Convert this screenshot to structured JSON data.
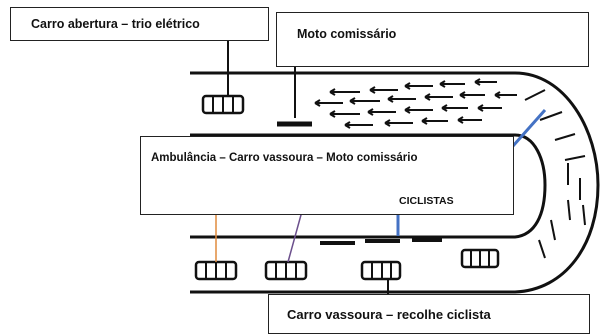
{
  "labels": {
    "car_opening": "Carro abertura – trio elétrico",
    "moto_commissioner": "Moto comissário",
    "ambulance_group": "Ambulância – Carro vassoura – Moto comissário",
    "cyclists": "CICLISTAS",
    "sweeper_car": "Carro vassoura – recolhe ciclista"
  },
  "colors": {
    "track_line": "#111111",
    "cyclist_pointer": "#4472c4",
    "ambulance_pointer": "#e08a3c",
    "car_pointer": "#6b4f8c"
  }
}
